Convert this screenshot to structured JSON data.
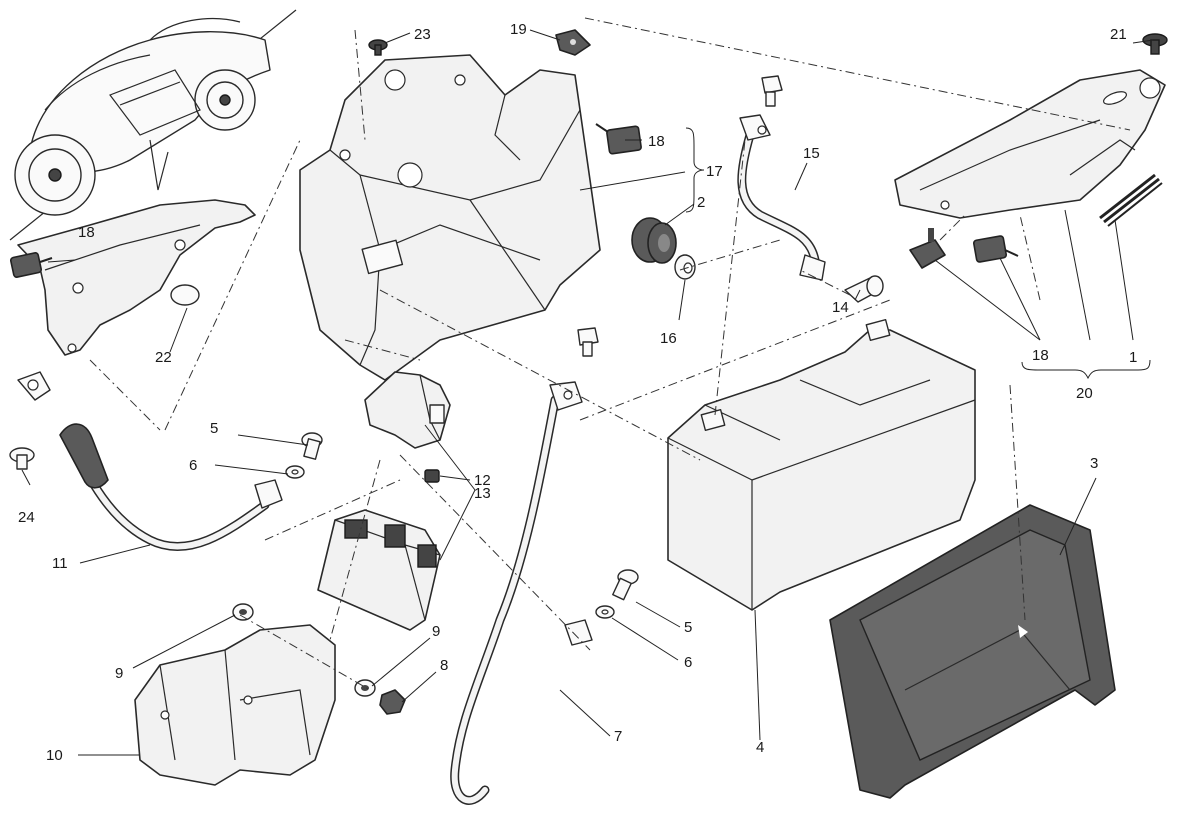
{
  "diagram": {
    "title": "Battery holder exploded parts view",
    "callouts": [
      {
        "id": "c1",
        "label": "1"
      },
      {
        "id": "c2",
        "label": "2"
      },
      {
        "id": "c3",
        "label": "3"
      },
      {
        "id": "c4",
        "label": "4"
      },
      {
        "id": "c5a",
        "label": "5"
      },
      {
        "id": "c5b",
        "label": "5"
      },
      {
        "id": "c6a",
        "label": "6"
      },
      {
        "id": "c6b",
        "label": "6"
      },
      {
        "id": "c7",
        "label": "7"
      },
      {
        "id": "c8",
        "label": "8"
      },
      {
        "id": "c9a",
        "label": "9"
      },
      {
        "id": "c9b",
        "label": "9"
      },
      {
        "id": "c10",
        "label": "10"
      },
      {
        "id": "c11",
        "label": "11"
      },
      {
        "id": "c12",
        "label": "12"
      },
      {
        "id": "c13",
        "label": "13"
      },
      {
        "id": "c14",
        "label": "14"
      },
      {
        "id": "c15",
        "label": "15"
      },
      {
        "id": "c16",
        "label": "16"
      },
      {
        "id": "c17",
        "label": "17"
      },
      {
        "id": "c18a",
        "label": "18"
      },
      {
        "id": "c18b",
        "label": "18"
      },
      {
        "id": "c18c",
        "label": "18"
      },
      {
        "id": "c19",
        "label": "19"
      },
      {
        "id": "c20",
        "label": "20"
      },
      {
        "id": "c21",
        "label": "21"
      },
      {
        "id": "c22",
        "label": "22"
      },
      {
        "id": "c23",
        "label": "23"
      },
      {
        "id": "c24",
        "label": "24"
      }
    ],
    "parts": [
      {
        "key": "motorcycle-inset",
        "name": "Motorcycle location inset"
      },
      {
        "key": "battery",
        "name": "Battery",
        "callout": "4"
      },
      {
        "key": "battery-cover",
        "name": "Battery cover",
        "callout": "3"
      },
      {
        "key": "battery-holder",
        "name": "Battery holder",
        "callout": "17"
      },
      {
        "key": "bracket-top-right",
        "name": "Bracket",
        "callout": "20"
      },
      {
        "key": "front-bracket",
        "name": "Bracket",
        "callout": "22"
      },
      {
        "key": "relay-bracket",
        "name": "Bracket",
        "callout": "10"
      },
      {
        "key": "solenoid",
        "name": "Starter solenoid",
        "callout": "13"
      },
      {
        "key": "ground-cable",
        "name": "Ground cable",
        "callout": "11"
      },
      {
        "key": "positive-cable",
        "name": "Positive cable",
        "callout": "7"
      },
      {
        "key": "short-cable",
        "name": "Cable",
        "callout": "15"
      },
      {
        "key": "grommet",
        "name": "Grommet",
        "callout": "2"
      },
      {
        "key": "fuse",
        "name": "Fuse",
        "callout": "12"
      },
      {
        "key": "strip",
        "name": "Strip",
        "callout": "1"
      }
    ]
  }
}
